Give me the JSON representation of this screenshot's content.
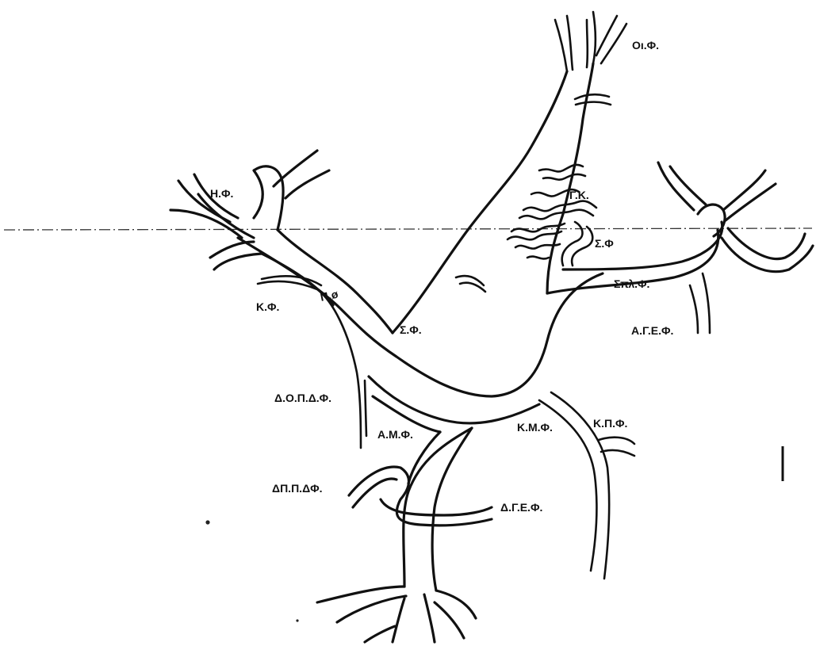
{
  "labels": {
    "o_ph": "Oı.Φ.",
    "h_ph": "H.Φ.",
    "g_k": "Γ.K.",
    "sigma_ph_upper": "Σ.Φ",
    "k_ph": "K.Φ.",
    "p_phi": "Π.ø",
    "s_ph_mid": "Σ.Φ.",
    "spl_ph": "Σπλ.Φ.",
    "a_ge_ph": "A.Γ.E.Φ.",
    "d_o_p_d_ph": "Δ.O.Π.Δ.Φ.",
    "a_m_ph": "A.M.Φ.",
    "k_m_ph": "K.M.Φ.",
    "k_p_ph": "K.Π.Φ.",
    "d_p_p_d_ph": "ΔΠ.Π.ΔΦ.",
    "d_g_e_ph": "Δ.Γ.E.Φ."
  },
  "colors": {
    "ink": "#111111",
    "paper": "#ffffff",
    "reference_line": "#333333"
  }
}
